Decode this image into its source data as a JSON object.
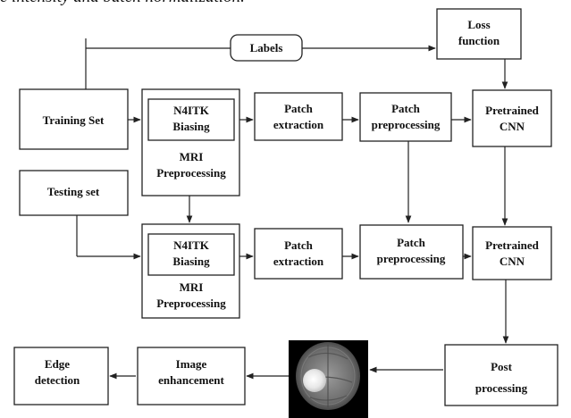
{
  "caption_fragment": "e intensity and batch normalization.",
  "labels": "Labels",
  "loss_function": [
    "Loss",
    "function"
  ],
  "training_set": "Training Set",
  "testing_set": "Testing set",
  "n4itk_biasing": [
    "N4ITK",
    "Biasing"
  ],
  "mri_preprocessing": [
    "MRI",
    "Preprocessing"
  ],
  "patch_extraction": [
    "Patch",
    "extraction"
  ],
  "patch_preprocessing": [
    "Patch",
    "preprocessing"
  ],
  "pretrained_cnn": [
    "Pretrained",
    "CNN"
  ],
  "post_processing": [
    "Post",
    "processing"
  ],
  "image_enhancement": [
    "Image",
    "enhancement"
  ],
  "edge_detection": [
    "Edge",
    "detection"
  ],
  "mri_image": "brain-mri-scan"
}
